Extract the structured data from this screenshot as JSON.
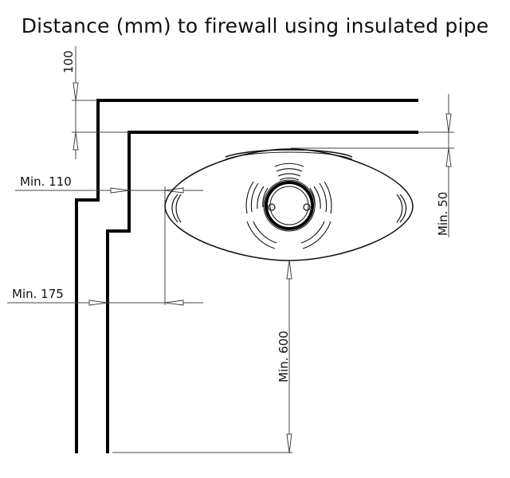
{
  "title": "Distance (mm) to firewall using insulated pipe",
  "dimensions": {
    "top_gap": "100",
    "side_min_inner": "Min. 110",
    "side_min_outer": "Min. 175",
    "back_min": "Min. 50",
    "front_min": "Min. 600"
  },
  "colors": {
    "wall": "#000000",
    "dimension": "#555555",
    "outline": "#111111"
  }
}
